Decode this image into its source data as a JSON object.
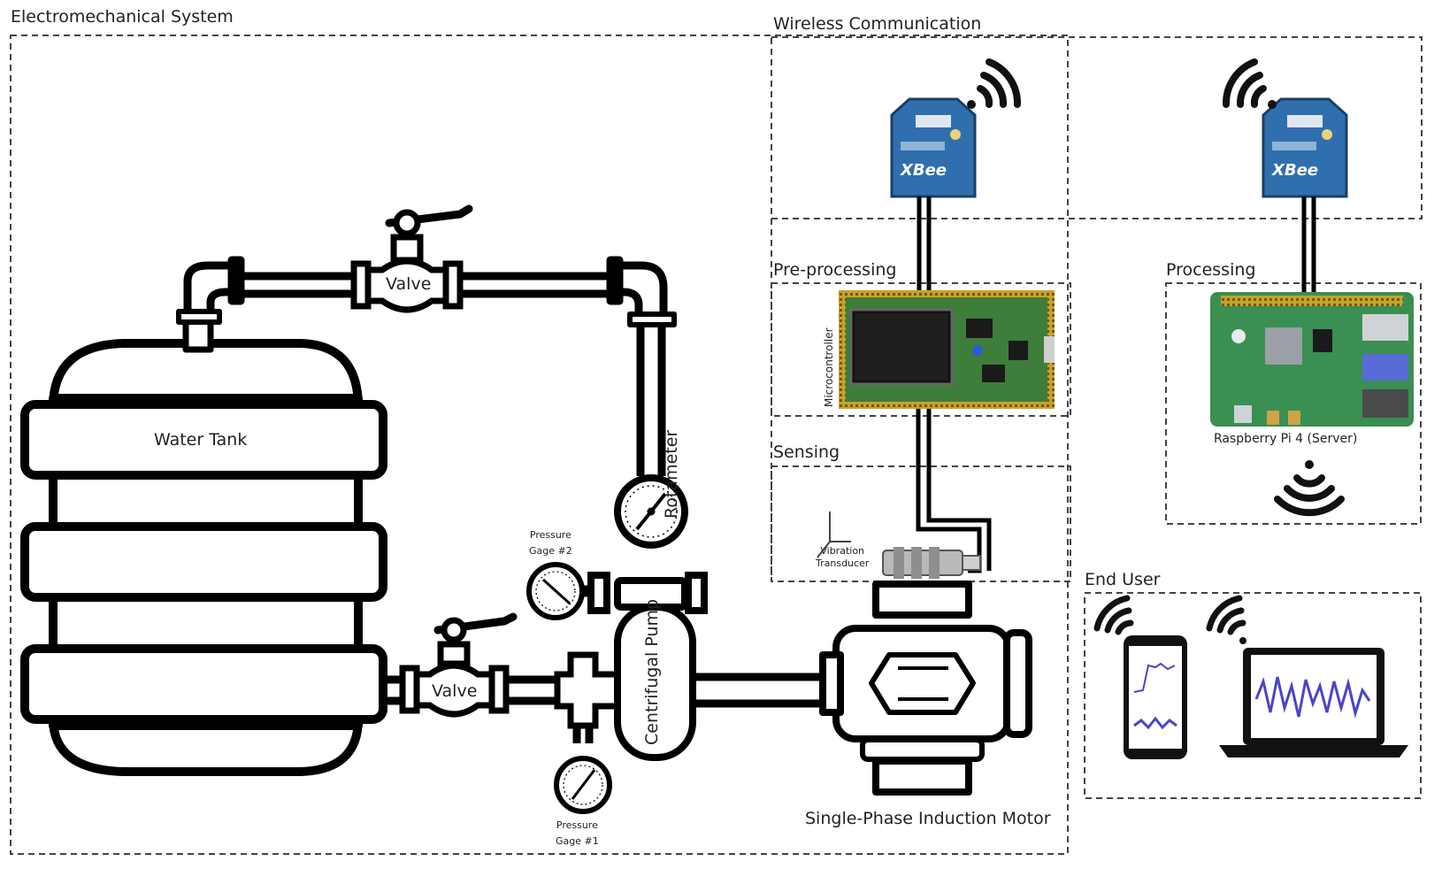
{
  "sections": {
    "electromechanical": "Electromechanical System",
    "wireless": "Wireless Communication",
    "preprocessing": "Pre-processing",
    "processing": "Processing",
    "sensing": "Sensing",
    "end_user": "End User"
  },
  "components": {
    "water_tank": "Water Tank",
    "valve_top": "Valve",
    "valve_bottom": "Valve",
    "rotameter": "Rotameter",
    "centrifugal_pump": "Centrifugal Pump",
    "pressure_gage_2": [
      "Pressure",
      "Gage #2"
    ],
    "pressure_gage_1": [
      "Pressure",
      "Gage #1"
    ],
    "motor": "Single-Phase Induction Motor",
    "microcontroller": "Microcontroller",
    "xbee_logo": "XBee",
    "vibration_transducer": [
      "Vibration",
      "Transducer"
    ],
    "raspberry_pi": "Raspberry Pi 4 (Server)"
  },
  "colors": {
    "xbee_blue": "#2f6fae",
    "pcb_green": "#3f7d3a",
    "rpi_green": "#3a8f52",
    "signal_purple": "#4a45c8"
  }
}
